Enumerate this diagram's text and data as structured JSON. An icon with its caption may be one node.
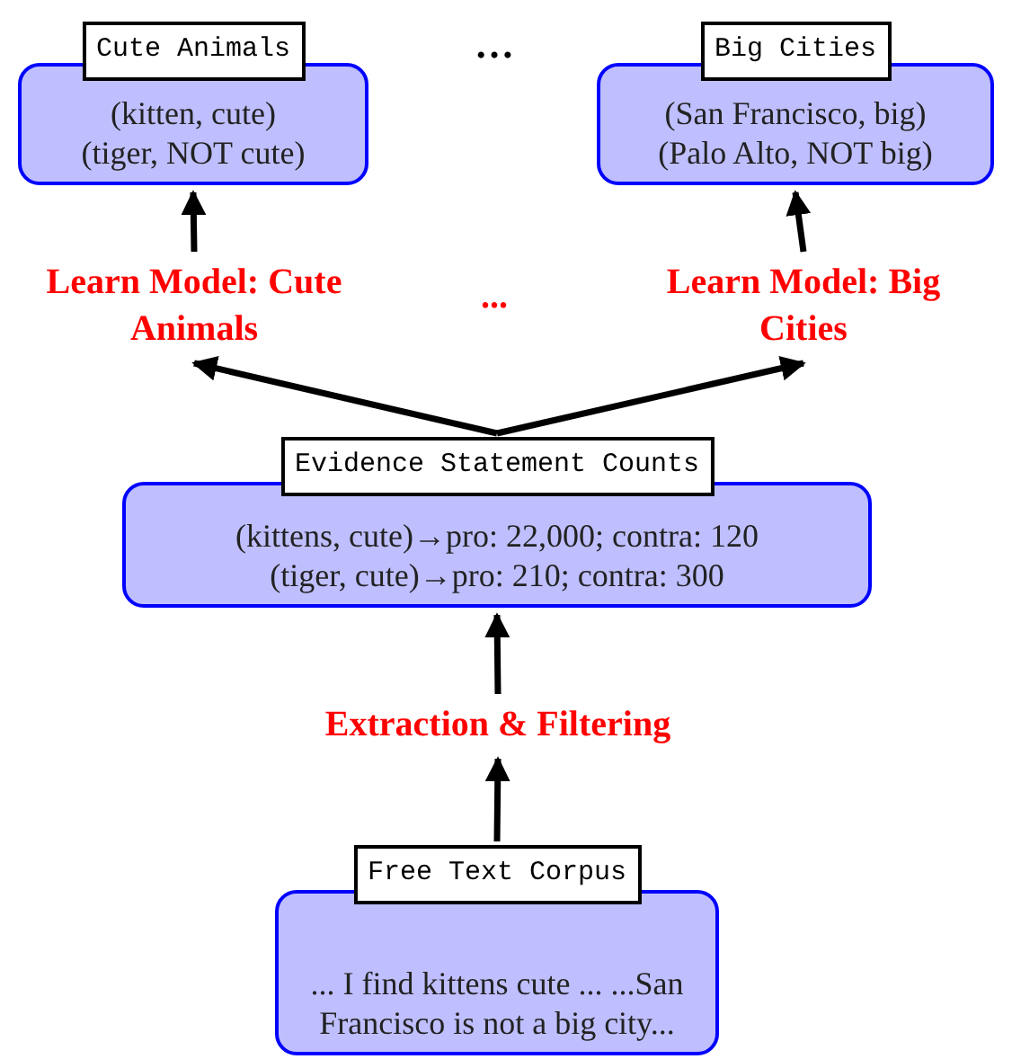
{
  "diagram": {
    "nodes": [
      {
        "text": [
          "Cute Animals",
          "(kitten, cute)",
          "(tiger, NOT cute)"
        ]
      },
      {
        "text": [
          "Big Cities",
          "(San Francisco, big)",
          "(Palo Alto, NOT big)"
        ]
      },
      {
        "text": [
          "Learn Model: Cute Animals"
        ]
      },
      {
        "text": [
          "Learn Model: Big Cities"
        ]
      },
      {
        "text": [
          "Evidence Statement Counts",
          "(kittens, cute)→pro: 22,000; contra: 120",
          "(tiger, cute)→pro: 210; contra: 300"
        ]
      },
      {
        "text": [
          "Extraction & Filtering"
        ]
      },
      {
        "text": [
          "Free Text Corpus",
          "... I find kittens cute ... ...San Francisco is not a big city..."
        ]
      }
    ],
    "edges": [
      {
        "from": 6,
        "to": 5,
        "arrow": "to"
      },
      {
        "from": 5,
        "to": 4,
        "arrow": "to"
      },
      {
        "from": 4,
        "to": 2,
        "arrow": "to"
      },
      {
        "from": 4,
        "to": 3,
        "arrow": "to"
      },
      {
        "from": 2,
        "to": 0,
        "arrow": "to"
      },
      {
        "from": 3,
        "to": 1,
        "arrow": "to"
      }
    ],
    "labels": [
      "…",
      "..."
    ]
  }
}
